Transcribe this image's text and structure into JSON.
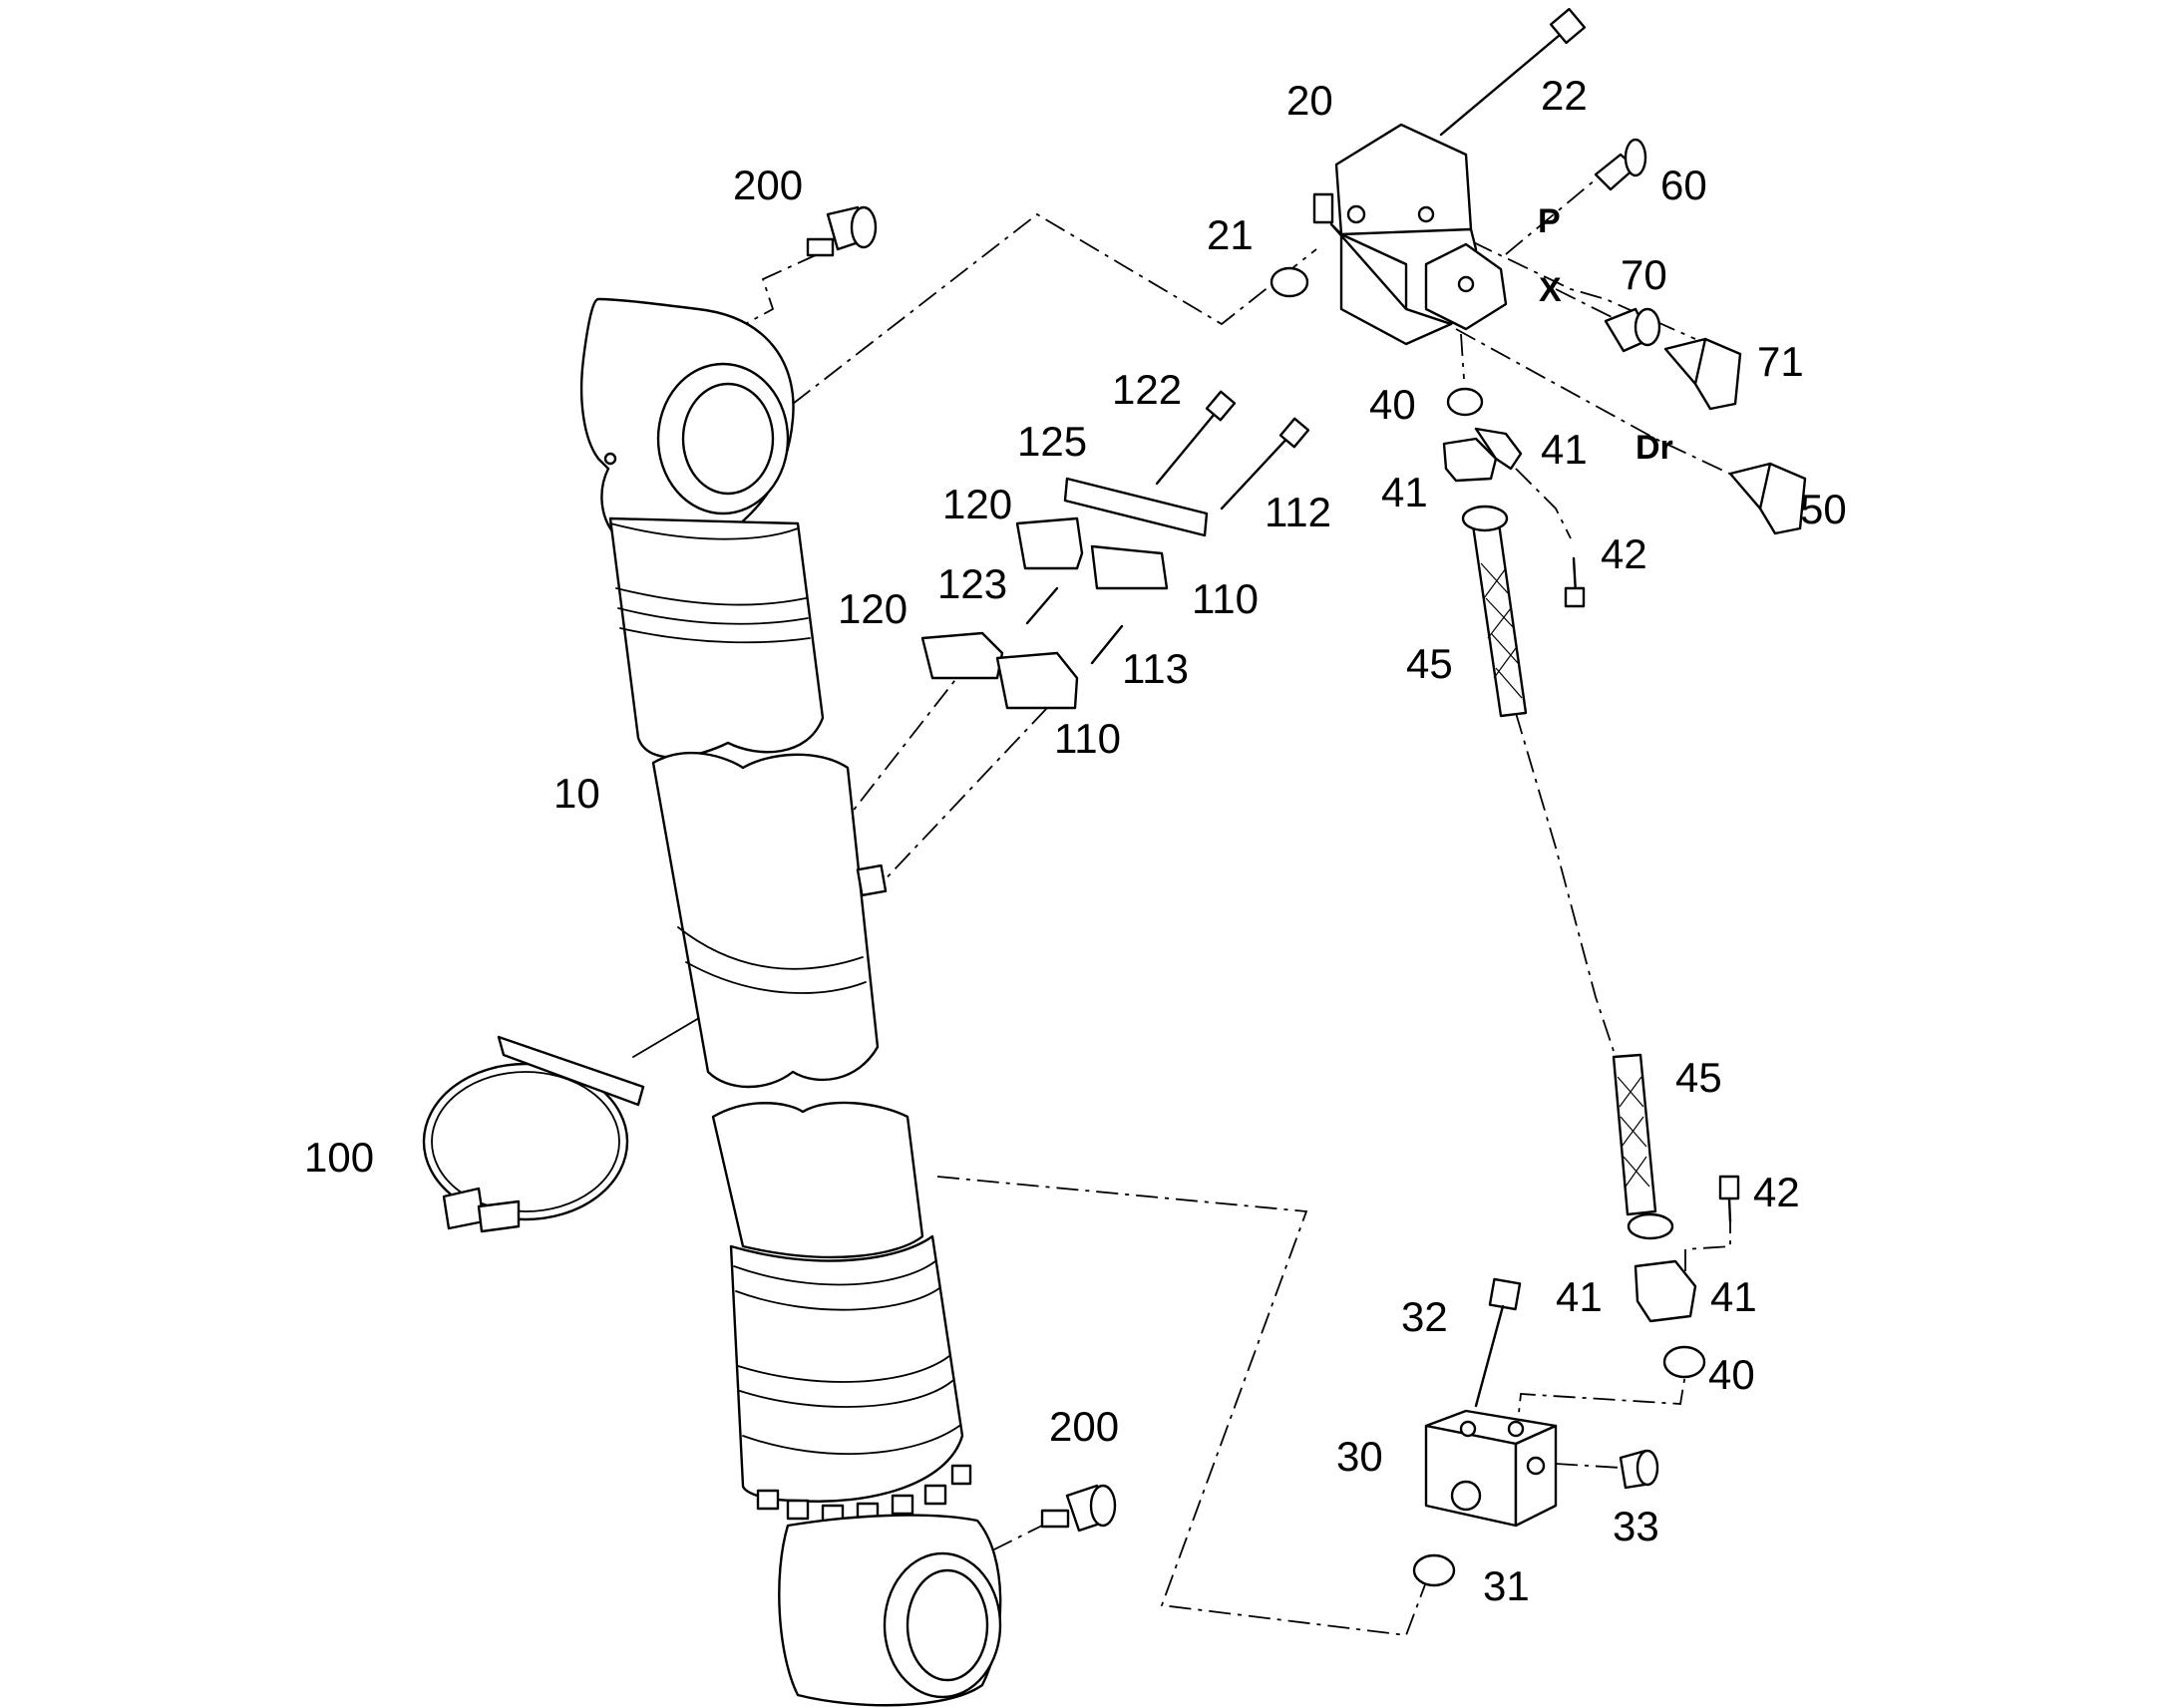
{
  "labels": {
    "l10": "10",
    "l20": "20",
    "l21": "21",
    "l22": "22",
    "l30": "30",
    "l31": "31",
    "l32": "32",
    "l33": "33",
    "l40a": "40",
    "l40b": "40",
    "l41a": "41",
    "l41b": "41",
    "l41c": "41",
    "l41d": "41",
    "l42a": "42",
    "l42b": "42",
    "l45a": "45",
    "l45b": "45",
    "l50": "50",
    "l60": "60",
    "l70": "70",
    "l71": "71",
    "l100": "100",
    "l110a": "110",
    "l110b": "110",
    "l112": "112",
    "l113": "113",
    "l120a": "120",
    "l120b": "120",
    "l122": "122",
    "l123": "123",
    "l125": "125",
    "l200a": "200",
    "l200b": "200"
  },
  "ports": {
    "p": "P",
    "x": "X",
    "dr": "Dr"
  }
}
